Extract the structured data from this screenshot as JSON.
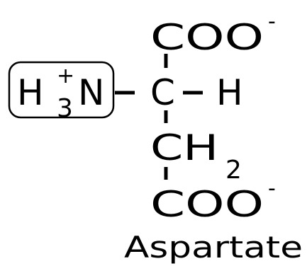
{
  "molecule": {
    "name": "Aspartate",
    "top_carboxylate": {
      "group": "COO",
      "charge": "-"
    },
    "alpha_carbon": {
      "atom": "C",
      "hydrogen": "H"
    },
    "amino_group": {
      "h": "H",
      "subscript": "3",
      "charge": "+",
      "n": "N"
    },
    "side_chain": {
      "atom": "CH",
      "subscript": "2"
    },
    "bottom_carboxylate": {
      "group": "COO",
      "charge": "-"
    }
  },
  "colors": {
    "ink": "#000000",
    "background": "#ffffff"
  }
}
